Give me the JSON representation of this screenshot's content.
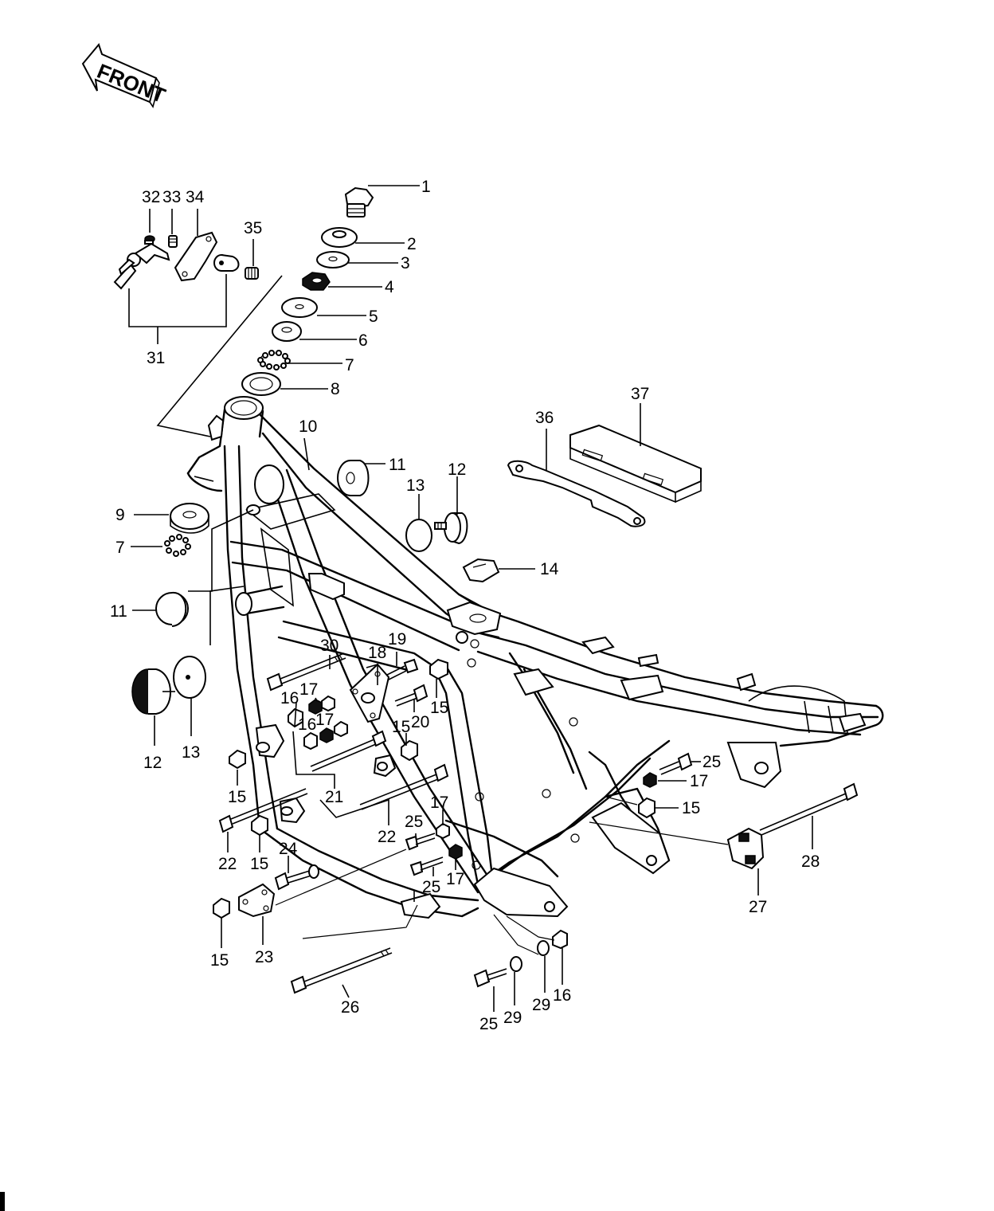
{
  "front_arrow": {
    "text": "FRONT"
  },
  "callouts": [
    {
      "id": "c1",
      "text": "1"
    },
    {
      "id": "c2",
      "text": "2"
    },
    {
      "id": "c3",
      "text": "3"
    },
    {
      "id": "c4",
      "text": "4"
    },
    {
      "id": "c5",
      "text": "5"
    },
    {
      "id": "c6",
      "text": "6"
    },
    {
      "id": "c7a",
      "text": "7"
    },
    {
      "id": "c8",
      "text": "8"
    },
    {
      "id": "c10",
      "text": "10"
    },
    {
      "id": "c11a",
      "text": "11"
    },
    {
      "id": "c12a",
      "text": "12"
    },
    {
      "id": "c13a",
      "text": "13"
    },
    {
      "id": "c14",
      "text": "14"
    },
    {
      "id": "c9",
      "text": "9"
    },
    {
      "id": "c7b",
      "text": "7"
    },
    {
      "id": "c11b",
      "text": "11"
    },
    {
      "id": "c12b",
      "text": "12"
    },
    {
      "id": "c13b",
      "text": "13"
    },
    {
      "id": "c30",
      "text": "30"
    },
    {
      "id": "c18",
      "text": "18"
    },
    {
      "id": "c19",
      "text": "19"
    },
    {
      "id": "c15a",
      "text": "15"
    },
    {
      "id": "c20",
      "text": "20"
    },
    {
      "id": "c16a",
      "text": "16"
    },
    {
      "id": "c17a",
      "text": "17"
    },
    {
      "id": "c16b",
      "text": "16"
    },
    {
      "id": "c17b",
      "text": "17"
    },
    {
      "id": "c15b",
      "text": "15"
    },
    {
      "id": "c21",
      "text": "21"
    },
    {
      "id": "c15c",
      "text": "15"
    },
    {
      "id": "c22a",
      "text": "22"
    },
    {
      "id": "c22b",
      "text": "22"
    },
    {
      "id": "c15d",
      "text": "15"
    },
    {
      "id": "c17c",
      "text": "17"
    },
    {
      "id": "c25a",
      "text": "25"
    },
    {
      "id": "c25b",
      "text": "25"
    },
    {
      "id": "c17d",
      "text": "17"
    },
    {
      "id": "c24",
      "text": "24"
    },
    {
      "id": "c23",
      "text": "23"
    },
    {
      "id": "c15e",
      "text": "15"
    },
    {
      "id": "c26",
      "text": "26"
    },
    {
      "id": "c25c",
      "text": "25"
    },
    {
      "id": "c29a",
      "text": "29"
    },
    {
      "id": "c29b",
      "text": "29"
    },
    {
      "id": "c16c",
      "text": "16"
    },
    {
      "id": "c25d",
      "text": "25"
    },
    {
      "id": "c17e",
      "text": "17"
    },
    {
      "id": "c15f",
      "text": "15"
    },
    {
      "id": "c27",
      "text": "27"
    },
    {
      "id": "c28",
      "text": "28"
    },
    {
      "id": "c36",
      "text": "36"
    },
    {
      "id": "c37",
      "text": "37"
    },
    {
      "id": "c31",
      "text": "31"
    },
    {
      "id": "c35",
      "text": "35"
    },
    {
      "id": "c32",
      "text": "32"
    },
    {
      "id": "c33",
      "text": "33"
    },
    {
      "id": "c34",
      "text": "34"
    }
  ]
}
